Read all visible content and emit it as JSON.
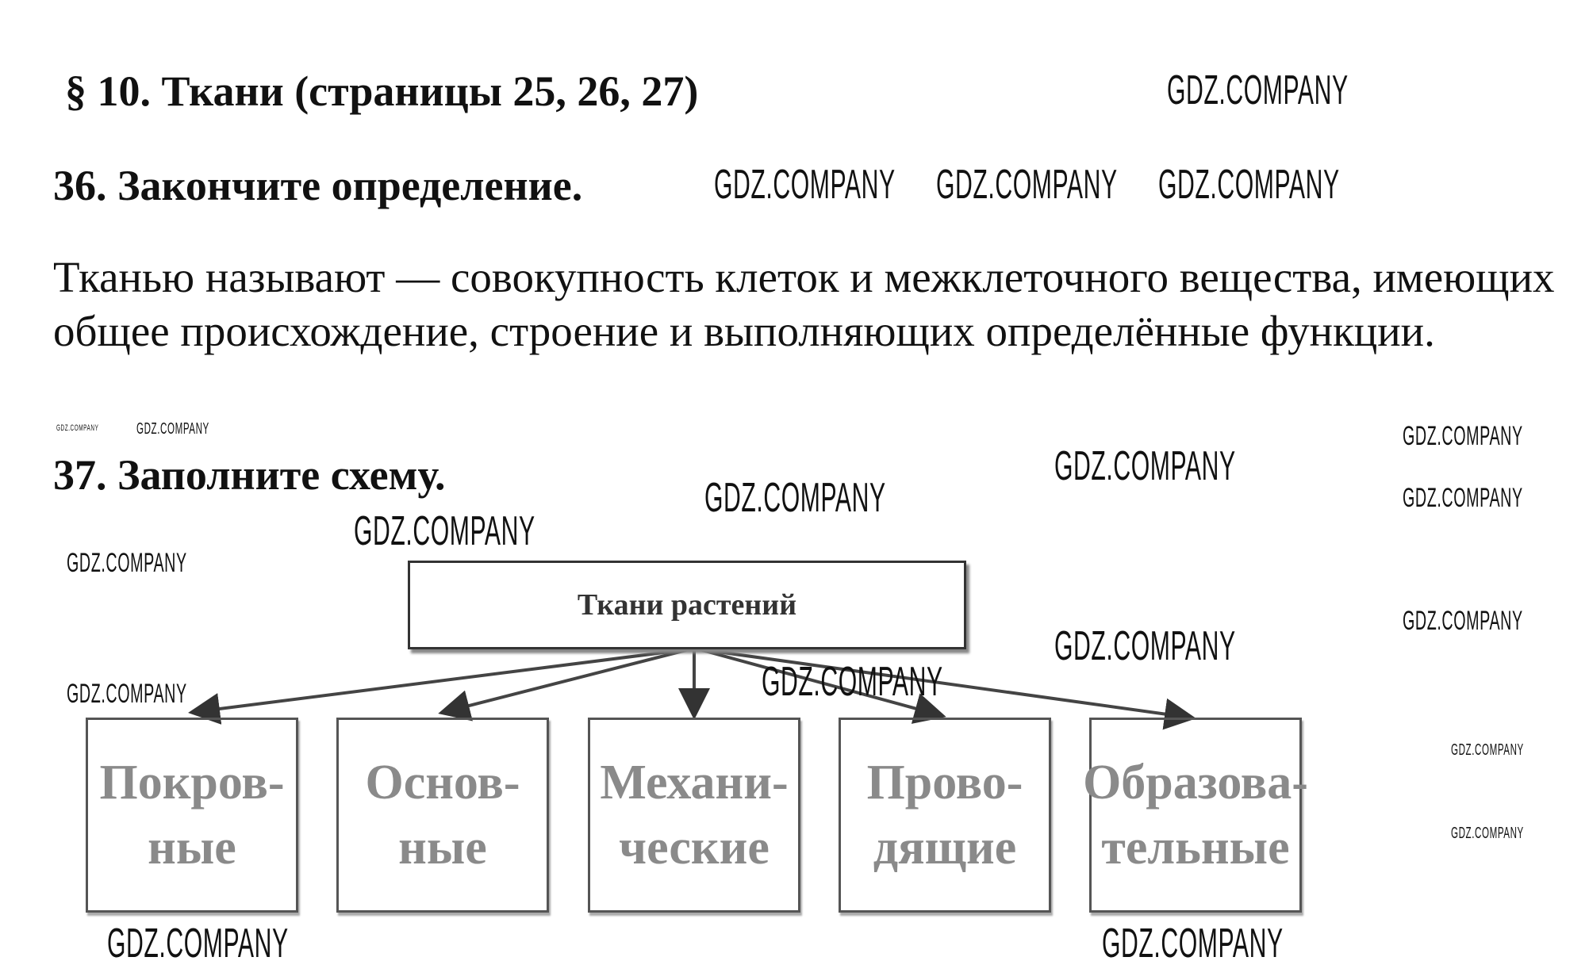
{
  "heading": "§ 10. Ткани (страницы 25, 26, 27)",
  "task36": {
    "title": "36. Закончите определение.",
    "text": "Тканью называют — совокупность клеток и межклеточного вещества, имеющих общее происхождение, строение и выполняющих определённые функции."
  },
  "task37": {
    "title": "37. Заполните схему.",
    "root": "Ткани растений",
    "boxes": [
      {
        "line1": "Покров-",
        "line2": "ные"
      },
      {
        "line1": "Основ-",
        "line2": "ные"
      },
      {
        "line1": "Механи-",
        "line2": "ческие"
      },
      {
        "line1": "Прово-",
        "line2": "дящие"
      },
      {
        "line1": "Образова-",
        "line2": "тельные"
      }
    ]
  },
  "watermark": "GDZ.COMPANY"
}
